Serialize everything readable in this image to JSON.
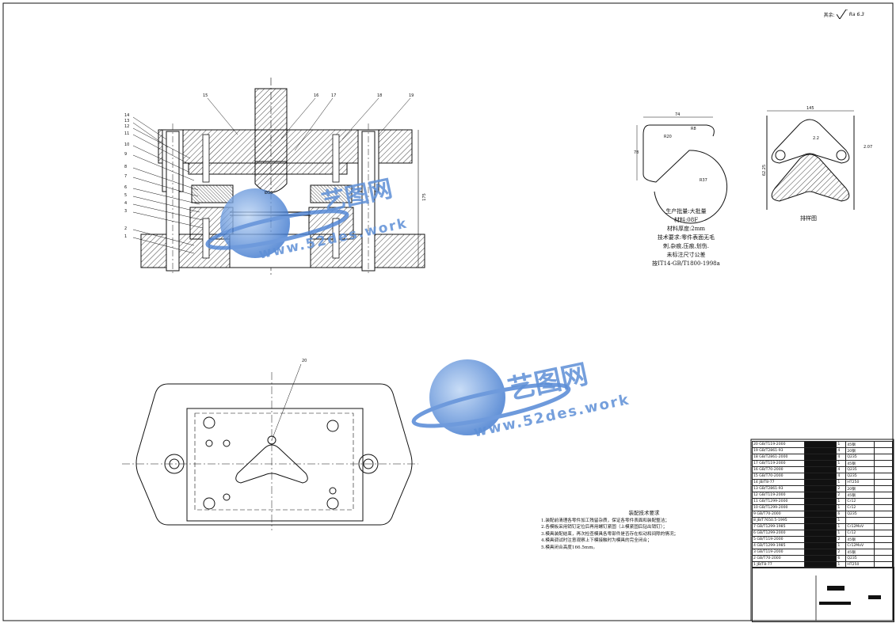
{
  "roughness": {
    "prefix": "其余:",
    "value": "Ra 6.3"
  },
  "part_info": {
    "lines": [
      "生产批量:大批量",
      "材料:08F",
      "材料厚度:2mm",
      "技术要求:零件表面无毛",
      "刺,杂痕,压痕,划伤.",
      "未标注尺寸公差",
      "按IT14-GB/T1800-1998a"
    ]
  },
  "strip_label": "排样图",
  "assembly_notes": {
    "heading": "装配技术要求",
    "items": [
      "1.装配前清理各零件加工残留杂质，保证各零件表面和装配整洁；",
      "2.各模板采用销钉定位后再用螺钉紧固（上模紧固后钻出销钉）；",
      "3.模具装配结束，再次检查模具各零部件是否存在松动和间隙的情况；",
      "4.模具调试时注意观察上下模接触时为模具的完全闭合；",
      "5.模具闭合高度166.5mm。"
    ]
  },
  "watermarks": [
    {
      "brand": "艺图网",
      "url": "www.52des.work"
    },
    {
      "brand": "艺图网",
      "url": "www.52des.work"
    }
  ],
  "balloons": {
    "section_left": [
      "14",
      "13",
      "12",
      "11",
      "10",
      "9",
      "8",
      "7",
      "6",
      "5",
      "4",
      "3",
      "2",
      "1"
    ],
    "section_top": [
      "15",
      "16",
      "17",
      "18",
      "19"
    ],
    "plan": [
      "20"
    ]
  },
  "dimensions": {
    "section_width": "Ø30",
    "section_height": "175",
    "part_width": "74",
    "part_height": "78",
    "part_r1": "R20",
    "part_r2": "R8",
    "part_r3": "R37",
    "strip_width": "145",
    "strip_pitch": "62.25",
    "strip_gap1": "2.2",
    "strip_gap2": "2.07"
  },
  "bom": [
    [
      "20",
      "GB/T119-2000",
      "1",
      "45钢"
    ],
    [
      "19",
      "GB/T2861-93",
      "4",
      "20钢"
    ],
    [
      "18",
      "GB/T2861-2000",
      "4",
      "Q235"
    ],
    [
      "17",
      "GB/T119-2000",
      "1",
      "45钢"
    ],
    [
      "16",
      "GB/T70-2000",
      "4",
      "Q235"
    ],
    [
      "15",
      "GB/T70-2000",
      "4",
      "Q235"
    ],
    [
      "14",
      "JB/T8-77",
      "1",
      "HT250"
    ],
    [
      "13",
      "GB/T2861-93",
      "2",
      "20钢"
    ],
    [
      "12",
      "GB/T119-2000",
      "2",
      "45钢"
    ],
    [
      "11",
      "GB/T1299-2000",
      "1",
      "Cr12"
    ],
    [
      "10",
      "GB/T1299-2000",
      "1",
      "Cr12"
    ],
    [
      "9",
      "GB/T70-2000",
      "6",
      "Q235"
    ],
    [
      "8",
      "JB/T7650.5-1995",
      "1",
      ""
    ],
    [
      "7",
      "GB/T1299-1985",
      "1",
      "Cr12MoV"
    ],
    [
      "6",
      "GB/T1299-2000",
      "1",
      "Cr12"
    ],
    [
      "5",
      "GB/T119-2000",
      "2",
      "45钢"
    ],
    [
      "4",
      "GB/T1299-1985",
      "1",
      "Cr12MoV"
    ],
    [
      "3",
      "GB/T119-2000",
      "2",
      "45钢"
    ],
    [
      "2",
      "GB/T70-2000",
      "6",
      "Q235"
    ],
    [
      "1",
      "JB/T8-77",
      "1",
      "HT250"
    ]
  ]
}
